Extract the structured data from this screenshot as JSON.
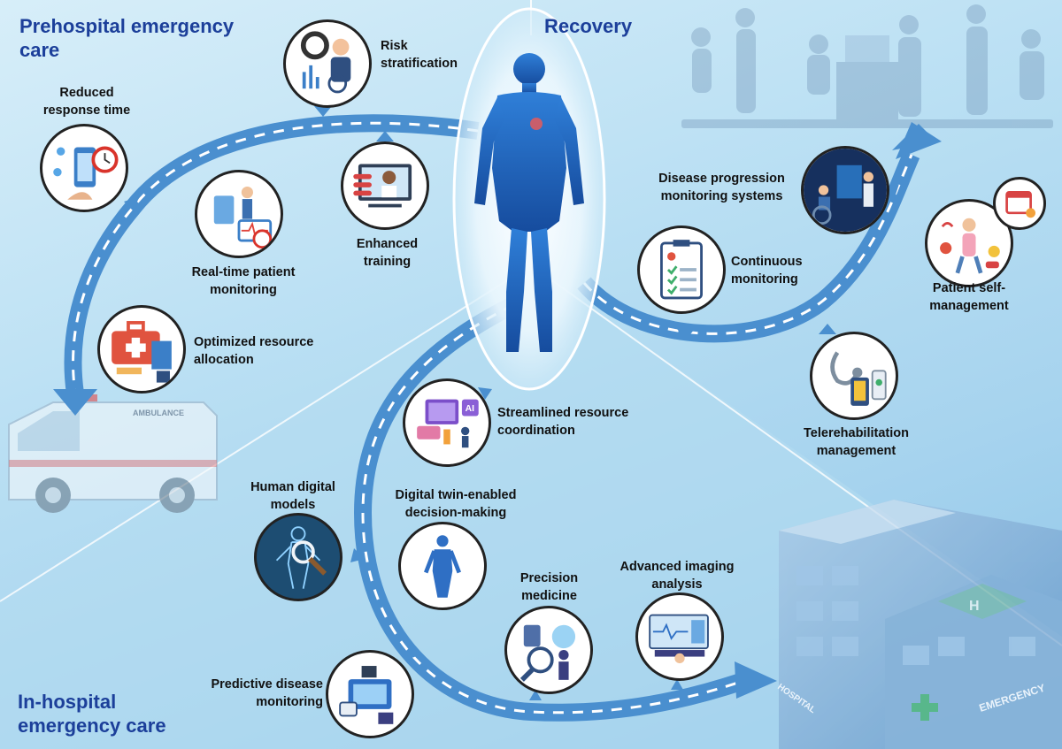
{
  "sections": {
    "prehospital": "Prehospital emergency care",
    "recovery": "Recovery",
    "inhospital": "In-hospital emergency care"
  },
  "labels": {
    "reduced_response": "Reduced response time",
    "risk": "Risk stratification",
    "realtime": "Real-time patient monitoring",
    "enhanced": "Enhanced training",
    "optimized": "Optimized resource allocation",
    "streamlined": "Streamlined resource coordination",
    "disease_prog": "Disease progression monitoring systems",
    "continuous": "Continuous monitoring",
    "selfmgmt": "Patient self-management",
    "telerehab": "Telerehabilitation management",
    "human_digital": "Human digital models",
    "dt_decision": "Digital twin-enabled decision-making",
    "precision": "Precision medicine",
    "imaging": "Advanced imaging analysis",
    "predictive": "Predictive disease monitoring"
  },
  "ambulance_text": "AMBULANCE",
  "hospital_text": "HOSPITAL",
  "emergency_text": "EMERGENCY",
  "screen_ai_text": "AI",
  "colors": {
    "section_title": "#1c3f9a",
    "arrow": "#3f86c9",
    "body": "#1e5fbf"
  }
}
